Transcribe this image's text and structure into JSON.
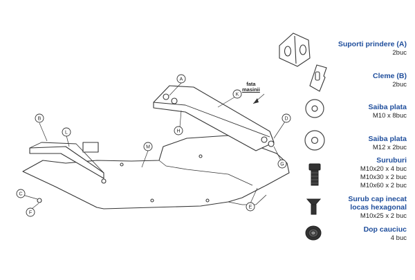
{
  "callouts": [
    "A",
    "K",
    "B",
    "L",
    "M",
    "D",
    "H",
    "G",
    "C",
    "F",
    "E"
  ],
  "front_label": {
    "line1": "fata",
    "line2": "masinii"
  },
  "legend": [
    {
      "title": "Suporti prindere (A)",
      "qty": [
        "2buc"
      ],
      "icon": "bracket-icon"
    },
    {
      "title": "Cleme (B)",
      "qty": [
        "2buc"
      ],
      "icon": "clip-icon"
    },
    {
      "title": "Saiba plata",
      "qty": [
        "M10 x 8buc"
      ],
      "icon": "small-washer-icon"
    },
    {
      "title": "Saiba plata",
      "qty": [
        "M12 x 2buc"
      ],
      "icon": "large-washer-icon"
    },
    {
      "title": "Suruburi",
      "qty": [
        "M10x20 x 4 buc",
        "M10x30 x 2 buc",
        "M10x60 x 2 buc"
      ],
      "icon": "bolt-icon"
    },
    {
      "title": "Surub cap inecat locas hexagonal",
      "title_lines": [
        "Surub cap inecat",
        "locas hexagonal"
      ],
      "qty": [
        "M10x25 x 2 buc"
      ],
      "icon": "countersunk-screw-icon"
    },
    {
      "title": "Dop cauciuc",
      "qty": [
        "4 buc"
      ],
      "icon": "rubber-plug-icon"
    }
  ],
  "colors": {
    "accent": "#1f4e9c",
    "line": "#333333",
    "plate_fill": "#ffffff"
  }
}
